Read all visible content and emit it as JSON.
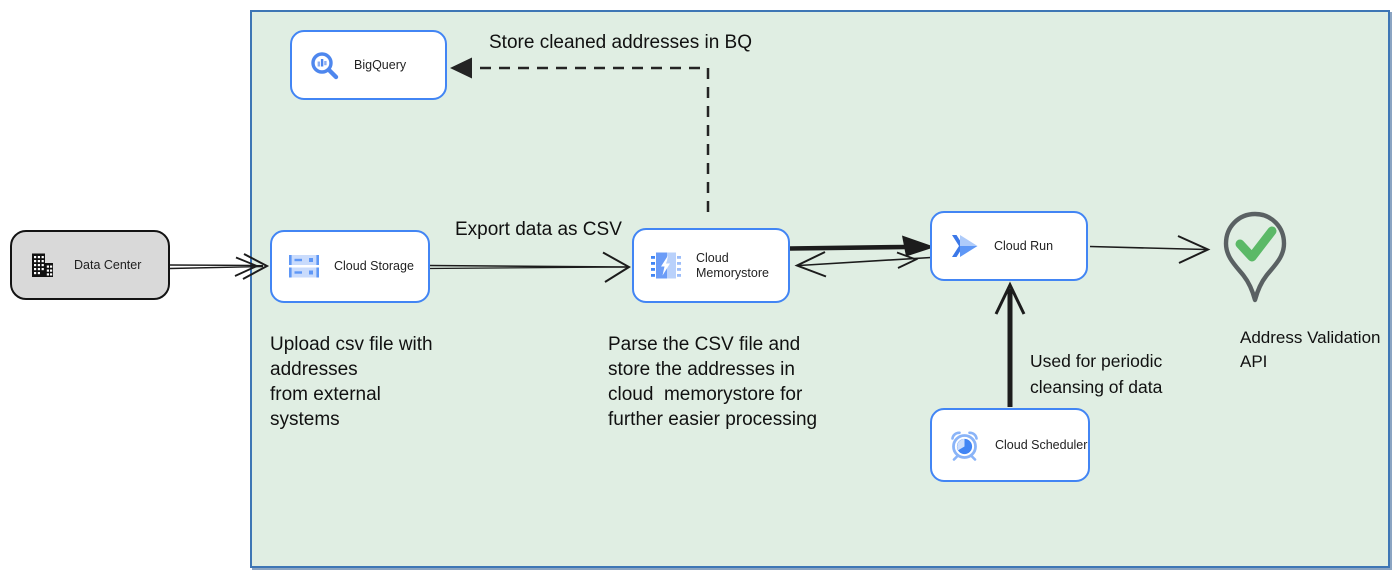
{
  "nodes": {
    "data_center": {
      "label": "Data Center"
    },
    "bigquery": {
      "label": "BigQuery"
    },
    "cloud_storage": {
      "label": "Cloud Storage"
    },
    "memorystore": {
      "label": "Cloud\nMemorystore"
    },
    "cloud_run": {
      "label": "Cloud Run"
    },
    "scheduler": {
      "label": "Cloud Scheduler"
    },
    "address_validation": {
      "label": "Address Validation\nAPI"
    }
  },
  "annotations": {
    "store_bq": "Store cleaned addresses in BQ",
    "export_csv": "Export data as CSV",
    "upload_note": "Upload csv file with\naddresses\nfrom external\nsystems",
    "parse_note": "Parse the CSV file and\nstore the addresses in\ncloud  memorystore for\nfurther easier processing",
    "scheduler_note": "Used for periodic\ncleansing of data"
  },
  "colors": {
    "container_fill": "#e0eee3",
    "container_border": "#3e76b5",
    "node_border": "#4285f4",
    "node_fill": "#ffffff",
    "data_center_fill": "#d9d9d9",
    "icon_blue": "#4285f4",
    "icon_blue_medium": "#5e97f6",
    "icon_blue_light": "#b9d1fb",
    "check_green": "#5bb967",
    "pin_outline": "#5a6163",
    "arrow_color": "#1c1c1c"
  }
}
